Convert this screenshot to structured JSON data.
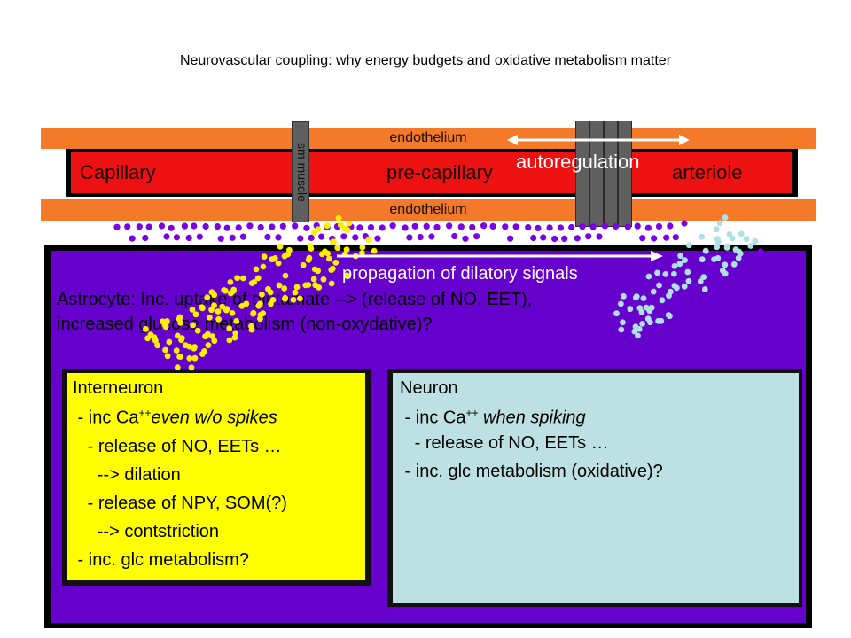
{
  "title": "Neurovascular coupling: why energy budgets and oxidative metabolism matter",
  "vessel": {
    "endothelium_top": "endothelium",
    "endothelium_bottom": "endothelium",
    "capillary": "Capillary",
    "pre_capillary": "pre-capillary",
    "arteriole": "arteriole",
    "sm_muscle": "sm muscle",
    "autoregulation": "autoregulation"
  },
  "signals": {
    "propagation": "propagation of dilatory signals"
  },
  "astrocyte": {
    "line1": "Astrocyte:  Inc. uptake of glutamate --> (release of NO, EET),",
    "line2": "increased glucose metabolism (non-oxydative)?"
  },
  "interneuron": {
    "title": "Interneuron",
    "inc_ca_prefix": " - inc Ca",
    "inc_ca_sup": "++",
    "inc_ca_suffix": "even w/o spikes",
    "release_no": "   - release of NO, EETs …",
    "dilation": "     --> dilation",
    "release_npy": "   - release of NPY, SOM(?)",
    "constriction": "     --> contstriction",
    "glc": " - inc. glc metabolism?"
  },
  "neuron": {
    "title": "Neuron",
    "inc_ca_prefix": " - inc Ca",
    "inc_ca_sup": "++",
    "inc_ca_suffix": " when spiking",
    "release_no": "   - release of NO, EETs …",
    "glc": " - inc. glc metabolism (oxidative)?"
  },
  "colors": {
    "endothelium": "#f47a2a",
    "vessel": "#ee1111",
    "astrocyte": "#6600cc",
    "interneuron": "#ffff00",
    "neuron": "#bde0e2",
    "purple_dots": "#7a00e6",
    "yellow_dots": "#ffee00",
    "cyan_dots": "#aee0e8"
  }
}
